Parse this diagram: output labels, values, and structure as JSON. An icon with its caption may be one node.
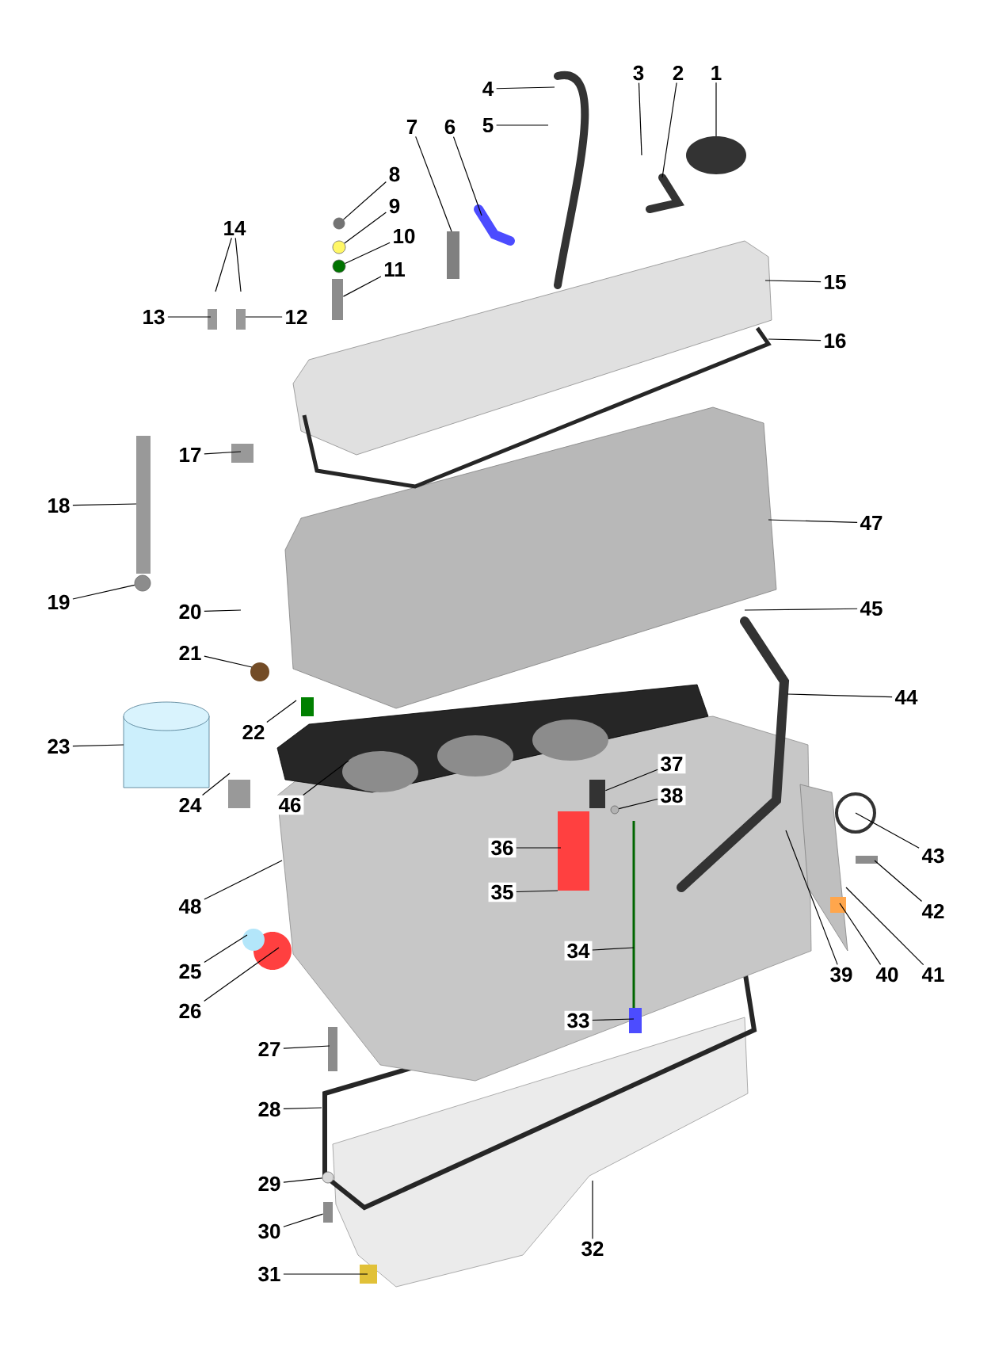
{
  "diagram": {
    "nodes": [
      {
        "text": [
          "1"
        ]
      },
      {
        "text": [
          "2"
        ]
      },
      {
        "text": [
          "3"
        ]
      },
      {
        "text": [
          "4"
        ]
      },
      {
        "text": [
          "5"
        ]
      },
      {
        "text": [
          "6"
        ]
      },
      {
        "text": [
          "7"
        ]
      },
      {
        "text": [
          "8"
        ]
      },
      {
        "text": [
          "9"
        ]
      },
      {
        "text": [
          "10"
        ]
      },
      {
        "text": [
          "11"
        ]
      },
      {
        "text": [
          "12"
        ]
      },
      {
        "text": [
          "13"
        ]
      },
      {
        "text": [
          "14"
        ]
      },
      {
        "text": [
          "15"
        ]
      },
      {
        "text": [
          "16"
        ]
      },
      {
        "text": [
          "17"
        ]
      },
      {
        "text": [
          "18"
        ]
      },
      {
        "text": [
          "19"
        ]
      },
      {
        "text": [
          "20"
        ]
      },
      {
        "text": [
          "21"
        ]
      },
      {
        "text": [
          "22"
        ]
      },
      {
        "text": [
          "23"
        ]
      },
      {
        "text": [
          "24"
        ]
      },
      {
        "text": [
          "25"
        ]
      },
      {
        "text": [
          "26"
        ]
      },
      {
        "text": [
          "27"
        ]
      },
      {
        "text": [
          "28"
        ]
      },
      {
        "text": [
          "29"
        ]
      },
      {
        "text": [
          "30"
        ]
      },
      {
        "text": [
          "31"
        ]
      },
      {
        "text": [
          "32"
        ]
      },
      {
        "text": [
          "33"
        ]
      },
      {
        "text": [
          "34"
        ]
      },
      {
        "text": [
          "35"
        ]
      },
      {
        "text": [
          "36"
        ]
      },
      {
        "text": [
          "37"
        ]
      },
      {
        "text": [
          "38"
        ]
      },
      {
        "text": [
          "39"
        ]
      },
      {
        "text": [
          "40"
        ]
      },
      {
        "text": [
          "41"
        ]
      },
      {
        "text": [
          "42"
        ]
      },
      {
        "text": [
          "43"
        ]
      },
      {
        "text": [
          "44"
        ]
      },
      {
        "text": [
          "45"
        ]
      },
      {
        "text": [
          "46"
        ]
      },
      {
        "text": [
          "47"
        ]
      },
      {
        "text": [
          "48"
        ]
      },
      {
        "text": [],
        "shape": "circle"
      },
      {
        "text": [],
        "shape": "circle"
      },
      {
        "text": [],
        "shape": "circle"
      },
      {
        "text": [],
        "shape": "box"
      },
      {
        "text": [],
        "shape": "circle"
      },
      {
        "text": [],
        "shape": "circle"
      },
      {
        "text": [],
        "shape": "box"
      },
      {
        "text": [],
        "shape": "circle"
      },
      {
        "text": [],
        "shape": "box"
      }
    ],
    "edges": [
      {
        "from": 0,
        "to": null,
        "arrow": "none"
      },
      {
        "from": 1,
        "to": null,
        "arrow": "none"
      },
      {
        "from": 2,
        "to": null,
        "arrow": "none"
      },
      {
        "from": 3,
        "to": null,
        "arrow": "none"
      },
      {
        "from": 4,
        "to": null,
        "arrow": "none"
      },
      {
        "from": 5,
        "to": null,
        "arrow": "none"
      },
      {
        "from": 6,
        "to": null,
        "arrow": "none"
      },
      {
        "from": 7,
        "to": 49,
        "arrow": "none"
      },
      {
        "from": 8,
        "to": 53,
        "arrow": "none"
      },
      {
        "from": 9,
        "to": 55,
        "arrow": "none"
      },
      {
        "from": 10,
        "to": 56,
        "arrow": "none"
      },
      {
        "from": 11,
        "to": null,
        "arrow": "none"
      },
      {
        "from": 12,
        "to": null,
        "arrow": "none"
      },
      {
        "from": 13,
        "to": null,
        "arrow": "none"
      },
      {
        "from": 13,
        "to": null,
        "arrow": "none"
      },
      {
        "from": 14,
        "to": null,
        "arrow": "none"
      },
      {
        "from": 15,
        "to": null,
        "arrow": "none"
      },
      {
        "from": 16,
        "to": null,
        "arrow": "none"
      },
      {
        "from": 17,
        "to": null,
        "arrow": "none"
      },
      {
        "from": 18,
        "to": 48,
        "arrow": "none"
      },
      {
        "from": 19,
        "to": null,
        "arrow": "none"
      },
      {
        "from": 20,
        "to": null,
        "arrow": "none"
      },
      {
        "from": 21,
        "to": null,
        "arrow": "none"
      },
      {
        "from": 22,
        "to": null,
        "arrow": "none"
      },
      {
        "from": 23,
        "to": null,
        "arrow": "none"
      },
      {
        "from": 24,
        "to": null,
        "arrow": "none"
      },
      {
        "from": 25,
        "to": null,
        "arrow": "none"
      },
      {
        "from": 26,
        "to": null,
        "arrow": "none"
      },
      {
        "from": 27,
        "to": null,
        "arrow": "none"
      },
      {
        "from": 28,
        "to": 50,
        "arrow": "none"
      },
      {
        "from": 29,
        "to": 54,
        "arrow": "none"
      },
      {
        "from": 30,
        "to": null,
        "arrow": "none"
      },
      {
        "from": 31,
        "to": null,
        "arrow": "none"
      },
      {
        "from": 32,
        "to": null,
        "arrow": "none"
      },
      {
        "from": 33,
        "to": null,
        "arrow": "none"
      },
      {
        "from": 34,
        "to": null,
        "arrow": "none"
      },
      {
        "from": 35,
        "to": null,
        "arrow": "none"
      },
      {
        "from": 36,
        "to": 51,
        "arrow": "none"
      },
      {
        "from": 37,
        "to": 52,
        "arrow": "none"
      },
      {
        "from": 38,
        "to": null,
        "arrow": "none"
      },
      {
        "from": 39,
        "to": null,
        "arrow": "none"
      },
      {
        "from": 40,
        "to": null,
        "arrow": "none"
      },
      {
        "from": 41,
        "to": null,
        "arrow": "none"
      },
      {
        "from": 42,
        "to": null,
        "arrow": "none"
      },
      {
        "from": 43,
        "to": null,
        "arrow": "none"
      },
      {
        "from": 44,
        "to": null,
        "arrow": "none"
      },
      {
        "from": 45,
        "to": null,
        "arrow": "none"
      },
      {
        "from": 46,
        "to": null,
        "arrow": "none"
      },
      {
        "from": 47,
        "to": null,
        "arrow": "none"
      }
    ]
  }
}
